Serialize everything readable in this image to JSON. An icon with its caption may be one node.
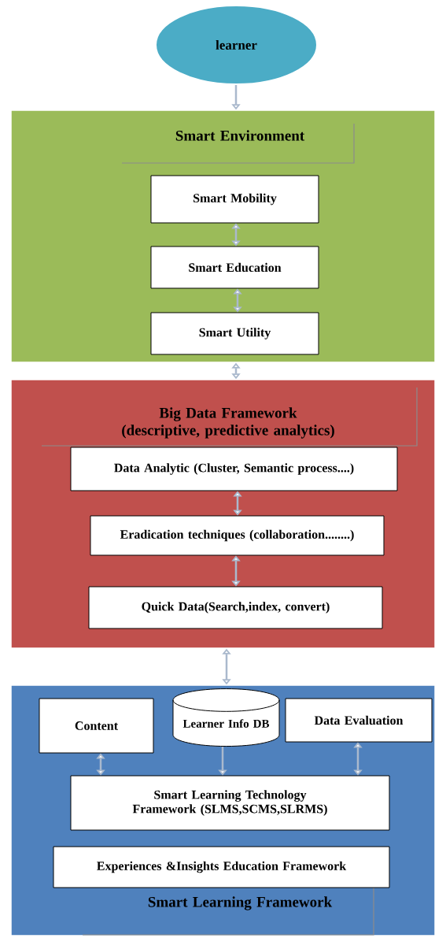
{
  "diagram": {
    "nodes": [
      {
        "text": [
          "learner"
        ]
      },
      {
        "text": [
          "Smart Environment"
        ]
      },
      {
        "text": [
          "Smart Mobility"
        ],
        "in": 1
      },
      {
        "text": [
          "Smart Education"
        ],
        "in": 1
      },
      {
        "text": [
          "Smart Utility"
        ],
        "in": 1
      },
      {
        "text": [
          "Big Data Framework (descriptive, predictive analytics)"
        ]
      },
      {
        "text": [
          "Data Analytic (Cluster, Semantic process....)"
        ],
        "in": 5
      },
      {
        "text": [
          "Eradication techniques (collaboration........)"
        ],
        "in": 5
      },
      {
        "text": [
          "Quick Data(Search,index, convert)"
        ],
        "in": 5
      },
      {
        "text": [
          "Smart Learning Framework"
        ]
      },
      {
        "text": [
          "Content"
        ],
        "in": 9
      },
      {
        "text": [
          "Learner Info DB"
        ],
        "in": 9
      },
      {
        "text": [
          "Data Evaluation"
        ],
        "in": 9
      },
      {
        "text": [
          "Smart Learning Technology Framework (SLMS,SCMS,SLRMS)"
        ],
        "in": 9
      },
      {
        "text": [
          "Experiences &Insights Education Framework"
        ],
        "in": 9
      }
    ],
    "edges": [
      {
        "from": 0,
        "to": 1,
        "arrow": "to"
      },
      {
        "from": 2,
        "to": 3,
        "arrow": "both"
      },
      {
        "from": 3,
        "to": 4,
        "arrow": "both"
      },
      {
        "from": 1,
        "to": 5,
        "arrow": "both"
      },
      {
        "from": 6,
        "to": 7,
        "arrow": "both"
      },
      {
        "from": 7,
        "to": 8,
        "arrow": "both"
      },
      {
        "from": 5,
        "to": 9,
        "arrow": "both"
      },
      {
        "from": 10,
        "to": 13,
        "arrow": "both"
      },
      {
        "from": 11,
        "to": 13,
        "arrow": "to"
      },
      {
        "from": 12,
        "to": 13,
        "arrow": "both"
      }
    ]
  }
}
